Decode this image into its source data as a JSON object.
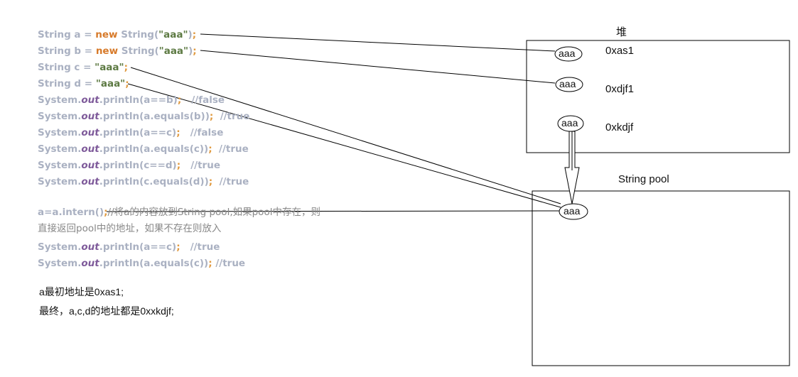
{
  "code": [
    {
      "pre": "String a = ",
      "kw": "new",
      "mid": " String(",
      "str": "\"aaa\"",
      "post": ")",
      "semi": ";",
      "cmt": ""
    },
    {
      "pre": "String b = ",
      "kw": "new",
      "mid": " String(",
      "str": "\"aaa\"",
      "post": ")",
      "semi": ";",
      "cmt": ""
    },
    {
      "pre": "String c = ",
      "kw": "",
      "mid": "",
      "str": "\"aaa\"",
      "post": "",
      "semi": ";",
      "cmt": ""
    },
    {
      "pre": "String d = ",
      "kw": "",
      "mid": "",
      "str": "\"aaa\"",
      "post": "",
      "semi": ";",
      "cmt": ""
    }
  ],
  "prints": [
    {
      "arg": ".println(a==b)",
      "cmt": "   //false"
    },
    {
      "arg": ".println(a.equals(b))",
      "cmt": "  //true"
    },
    {
      "arg": ".println(a==c)",
      "cmt": "   //false"
    },
    {
      "arg": ".println(a.equals(c))",
      "cmt": "  //true"
    },
    {
      "arg": ".println(c==d)",
      "cmt": "   //true"
    },
    {
      "arg": ".println(c.equals(d))",
      "cmt": "  //true"
    },
    {
      "arg": ".println(a==c)",
      "cmt": "   //true"
    },
    {
      "arg": ".println(a.equals(c))",
      "cmt": " //true"
    }
  ],
  "system": "System.",
  "out": "out",
  "intern": {
    "code": "a=a.intern()",
    "comment1": "//将a的内容放到String pool,如果pool中存在，则",
    "comment2": "直接返回pool中的地址，如果不存在则放入"
  },
  "notes": [
    "a最初地址是0xas1;",
    "最终，a,c,d的地址都是0xxkdjf;"
  ],
  "heap": {
    "title": "堆",
    "objects": [
      {
        "value": "aaa",
        "addr": "0xas1"
      },
      {
        "value": "aaa",
        "addr": "0xdjf1"
      },
      {
        "value": "aaa",
        "addr": "0xkdjf"
      }
    ]
  },
  "pool": {
    "title": "String pool",
    "value": "aaa"
  }
}
